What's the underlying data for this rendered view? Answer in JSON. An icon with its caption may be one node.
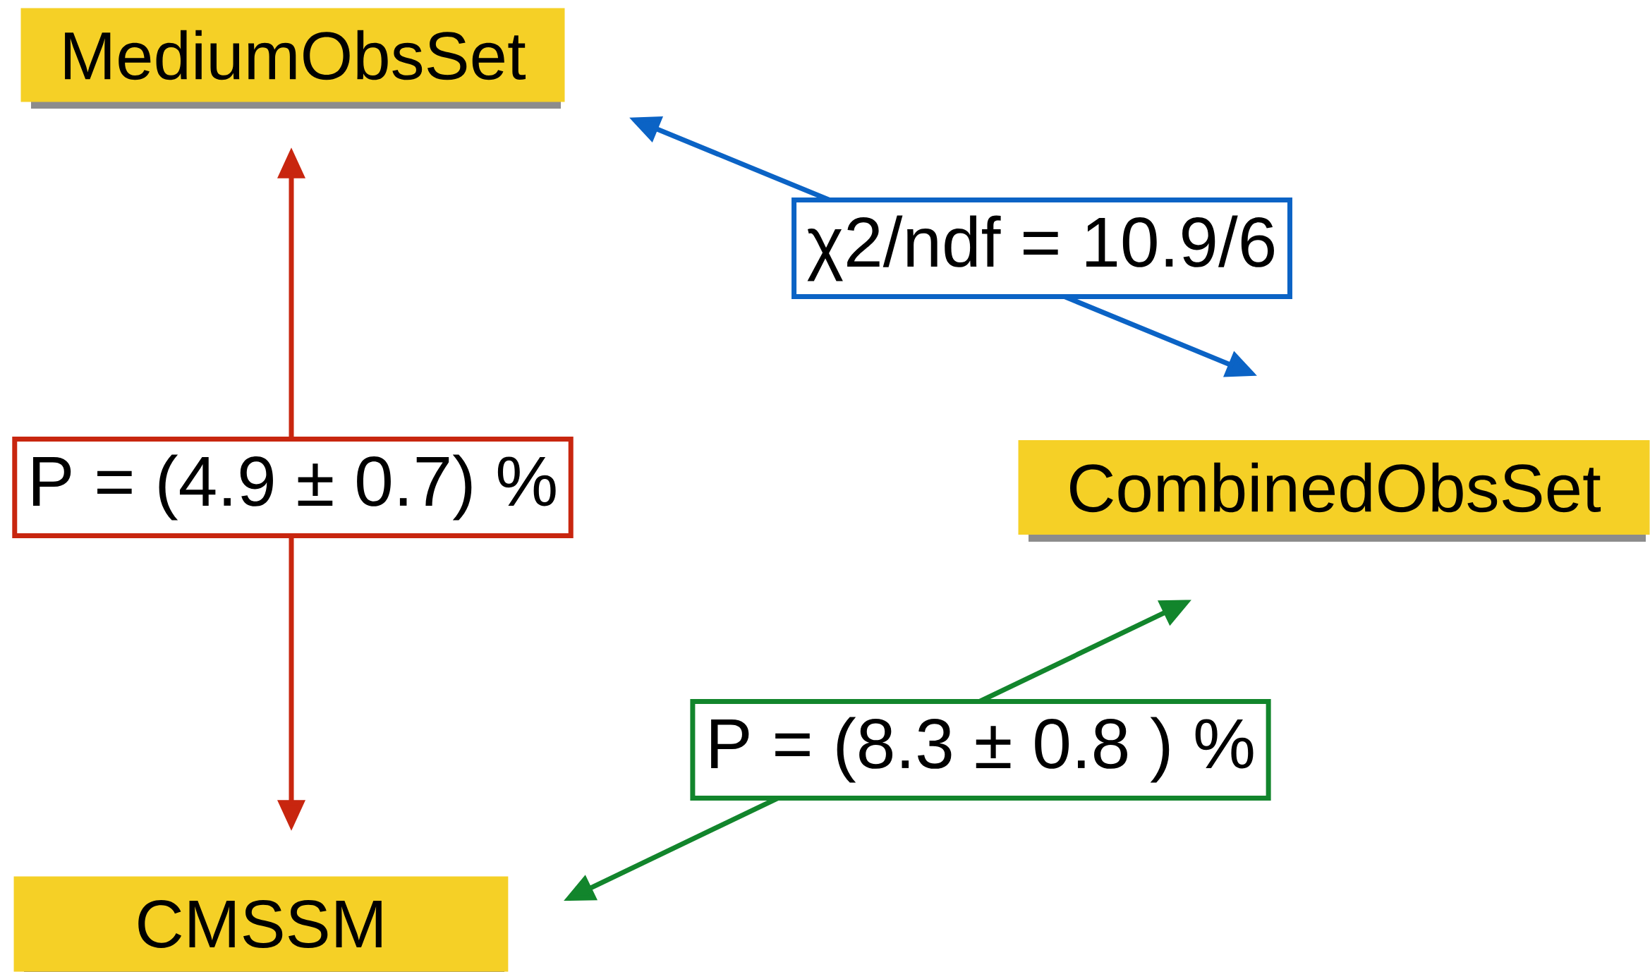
{
  "diagram": {
    "nodes": [
      {
        "text": [
          "MediumObsSet"
        ]
      },
      {
        "text": [
          "CombinedObsSet"
        ]
      },
      {
        "text": [
          "CMSSM"
        ]
      }
    ],
    "edges": [
      {
        "from": 0,
        "to": 2,
        "arrow": "both",
        "label": "P = (4.9 ± 0.7) %",
        "color": "#c8260f"
      },
      {
        "from": 0,
        "to": 1,
        "arrow": "both",
        "label": "χ2/ndf = 10.9/6",
        "color": "#0b63c5"
      },
      {
        "from": 2,
        "to": 1,
        "arrow": "both",
        "label": "P = (8.3 ± 0.8 ) %",
        "color": "#12852c"
      }
    ]
  }
}
